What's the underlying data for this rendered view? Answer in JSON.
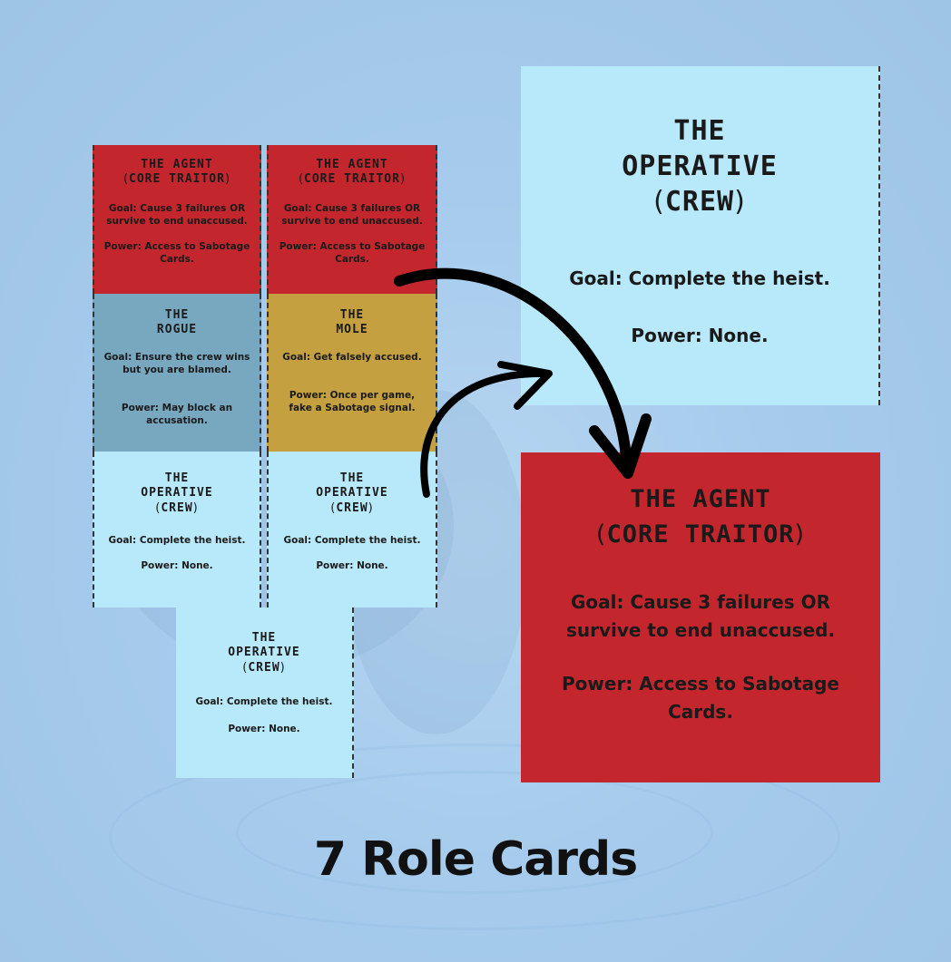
{
  "small_cards": [
    {
      "title_1": "THE AGENT",
      "title_paren": "(",
      "title_2": "CORE TRAITOR",
      "title_paren_close": ")",
      "goal": "Goal: Cause 3 failures OR survive to end unaccused.",
      "power": "Power: Access to Sabotage Cards."
    },
    {
      "title_1": "THE AGENT",
      "title_paren": "(",
      "title_2": "CORE TRAITOR",
      "title_paren_close": ")",
      "goal": "Goal: Cause 3 failures OR survive to end unaccused.",
      "power": "Power: Access to Sabotage Cards."
    },
    {
      "title_1": "THE",
      "title_2": "ROGUE",
      "goal": "Goal: Ensure the crew wins but you are blamed.",
      "power": "Power: May block an accusation."
    },
    {
      "title_1": "THE",
      "title_2": "MOLE",
      "goal": "Goal: Get falsely accused.",
      "power": "Power: Once per game, fake a Sabotage signal."
    },
    {
      "title_1": "THE",
      "title_2": "OPERATIVE",
      "title_paren": "(",
      "title_3": "CREW",
      "title_paren_close": ")",
      "goal": "Goal: Complete the heist.",
      "power": "Power: None."
    },
    {
      "title_1": "THE",
      "title_2": "OPERATIVE",
      "title_paren": "(",
      "title_3": "CREW",
      "title_paren_close": ")",
      "goal": "Goal: Complete the heist.",
      "power": "Power: None."
    },
    {
      "title_1": "THE",
      "title_2": "OPERATIVE",
      "title_paren": "(",
      "title_3": "CREW",
      "title_paren_close": ")",
      "goal": "Goal: Complete the heist.",
      "power": "Power: None."
    }
  ],
  "large_operative": {
    "title_1": "THE",
    "title_2": "OPERATIVE",
    "title_paren": "(",
    "title_3": "CREW",
    "title_paren_close": ")",
    "goal": "Goal: Complete the heist.",
    "power": "Power: None."
  },
  "large_agent": {
    "title_1": "THE AGENT",
    "title_paren": "(",
    "title_2": "CORE TRAITOR",
    "title_paren_close": ")",
    "goal": "Goal: Cause 3 failures OR survive to end unaccused.",
    "power": "Power: Access to Sabotage Cards."
  },
  "caption": "7 Role Cards",
  "colors": {
    "red": "#c4262e",
    "light_blue": "#b8e9fb",
    "steel_blue": "#78a8c0",
    "gold": "#c4a040"
  }
}
